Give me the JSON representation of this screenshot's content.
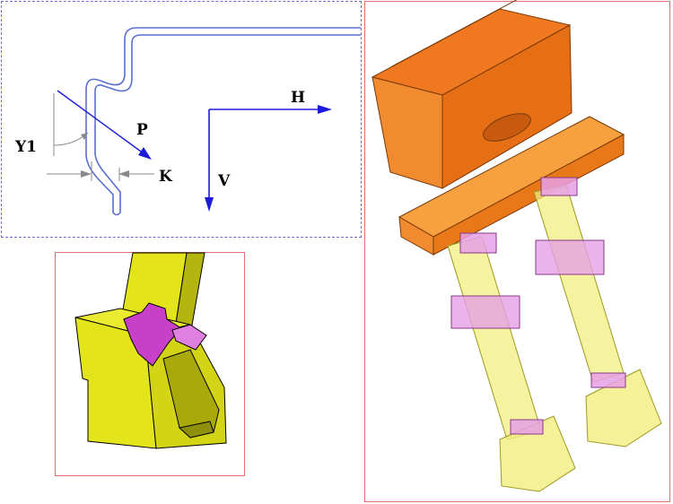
{
  "sketch": {
    "labels": {
      "h": "H",
      "v": "V",
      "p": "P",
      "k": "K",
      "y1": "Y1"
    },
    "colors": {
      "profile": "#5a6fd0",
      "axis": "#1c1cd6",
      "dimension": "#8a8a8a",
      "frame": "#6b6bd0"
    }
  },
  "detail": {
    "colors": {
      "body": "#e4e41a",
      "body_shade": "#b5b510",
      "insert": "#c840c8",
      "insert_light": "#e080e0",
      "frame": "#e07070"
    }
  },
  "assembly": {
    "colors": {
      "head": "#f07820",
      "head_dark": "#c85a10",
      "rods": "#f2ee80",
      "clamps": "#e6a0e6",
      "frame": "#e07070"
    }
  }
}
